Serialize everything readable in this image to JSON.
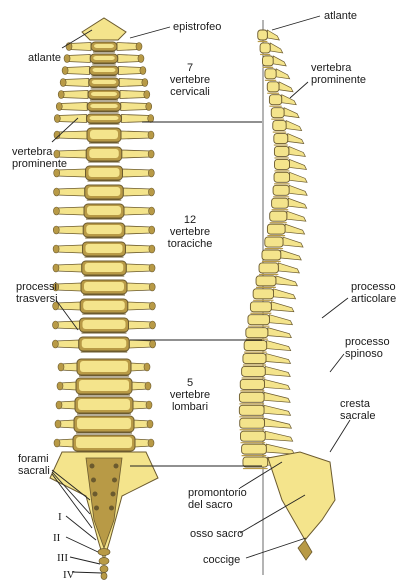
{
  "labels": {
    "epistrofeo": "epistrofeo",
    "atlante_front": "atlante",
    "atlante_side": "atlante",
    "cervical_count": "7",
    "cervical_text": "vertebre\ncervicali",
    "vertebra_prominente_front": "vertebra\nprominente",
    "vertebra_prominente_side": "vertebra\nprominente",
    "thoracic_count": "12",
    "thoracic_text": "vertebre\ntoraciche",
    "processi_trasversi": "processi\ntrasversi",
    "processo_articolare": "processo\narticolare",
    "processo_spinoso": "processo\nspinoso",
    "lumbar_count": "5",
    "lumbar_text": "vertebre\nlombari",
    "forami_sacrali": "forami\nsacrali",
    "cresta_sacrale": "cresta\nsacrale",
    "promontorio": "promontorio\ndel sacro",
    "osso_sacro": "osso sacro",
    "coccige": "coccige"
  },
  "coccyx_numerals": [
    "I",
    "II",
    "III",
    "IV"
  ],
  "colors": {
    "bone": "#f4e48c",
    "bone_light": "#fbf2b4",
    "bone_shadow": "#b89a46",
    "bone_dark": "#6b5a2e",
    "line": "#222222"
  }
}
